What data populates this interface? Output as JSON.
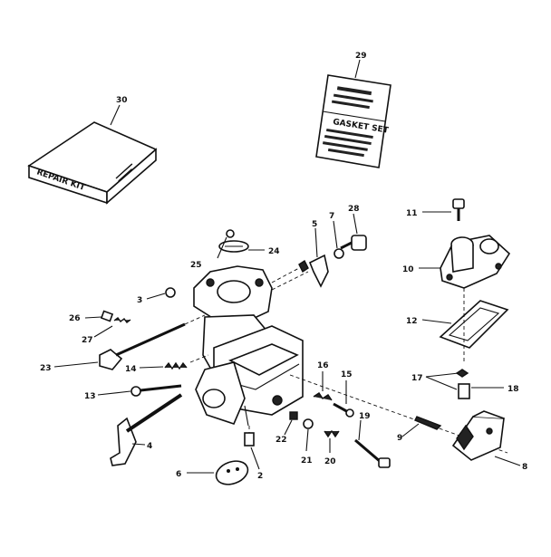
{
  "callouts": {
    "c30": "30",
    "c29": "29",
    "c28": "28",
    "c7": "7",
    "c5": "5",
    "c11": "11",
    "c10": "10",
    "c12": "12",
    "c17": "17",
    "c18": "18",
    "c24": "24",
    "c25": "25",
    "c3": "3",
    "c26": "26",
    "c27": "27",
    "c23": "23",
    "c14": "14",
    "c13": "13",
    "c4": "4",
    "c6": "6",
    "c2": "2",
    "c22": "22",
    "c21": "21",
    "c20": "20",
    "c19": "19",
    "c16": "16",
    "c15": "15",
    "c9": "9",
    "c8": "8"
  },
  "repair_kit": {
    "label": "REPAIR KIT"
  },
  "gasket_set": {
    "label": "GASKET SET"
  }
}
